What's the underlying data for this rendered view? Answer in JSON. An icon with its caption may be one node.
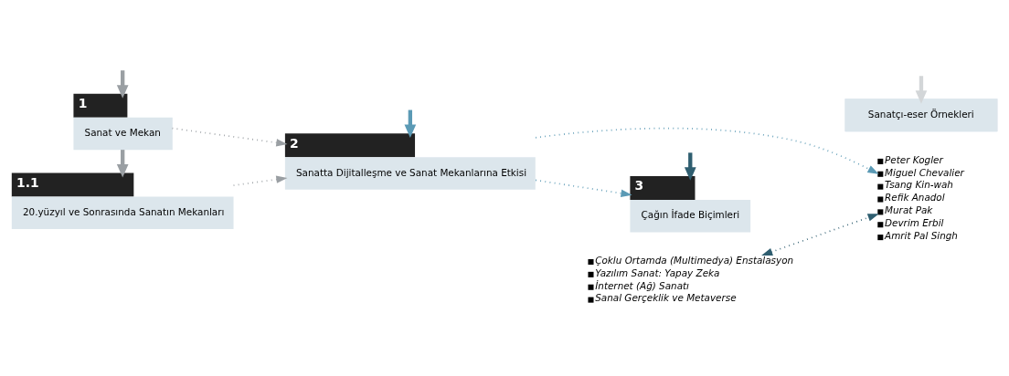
{
  "diagram": {
    "nodes": [
      {
        "text": [
          "1",
          "Sanat ve Mekan"
        ]
      },
      {
        "text": [
          "1.1",
          "20.yüzyıl ve Sonrasında Sanatın Mekanları"
        ]
      },
      {
        "text": [
          "2",
          "Sanatta Dijitalleşme ve Sanat Mekanlarına Etkisi"
        ]
      },
      {
        "text": [
          "3",
          "Çağın İfade Biçimleri"
        ]
      },
      {
        "text": [
          "Çoklu Ortamda (Multimedya) Enstalasyon",
          "Yazılım Sanat: Yapay Zeka",
          "İnternet (Ağ) Sanatı",
          "Sanal Gerçeklik ve Metaverse"
        ]
      },
      {
        "text": [
          "Sanatçı-eser Örnekleri"
        ]
      },
      {
        "text": [
          "Peter Kogler",
          "Miguel Chevalier",
          "Tsang Kin-wah",
          "Refik Anadol",
          "Murat Pak",
          "Devrim Erbil",
          "Amrit Pal Singh"
        ]
      }
    ],
    "edges": [
      {
        "from": null,
        "to": 0,
        "arrow": "to",
        "style": "thick",
        "color": "#9a9fa3"
      },
      {
        "from": 0,
        "to": 1,
        "arrow": "to",
        "style": "thick",
        "color": "#9a9fa3"
      },
      {
        "from": 0,
        "to": 2,
        "arrow": "to",
        "style": "dashed",
        "color": "#9a9fa3"
      },
      {
        "from": 1,
        "to": 2,
        "arrow": "to",
        "style": "dashed",
        "color": "#9a9fa3"
      },
      {
        "from": null,
        "to": 2,
        "arrow": "to",
        "style": "thick",
        "color": "#5b9ab5"
      },
      {
        "from": 2,
        "to": 3,
        "arrow": "to",
        "style": "dashed",
        "color": "#5b9ab5"
      },
      {
        "from": null,
        "to": 3,
        "arrow": "to",
        "style": "thick",
        "color": "#2f5e70"
      },
      {
        "from": null,
        "to": 5,
        "arrow": "to",
        "style": "thick",
        "color": "#d3d6d8"
      },
      {
        "from": 4,
        "to": 6,
        "arrow": "both",
        "style": "dashed",
        "color": "#2f5e70"
      },
      {
        "from": 2,
        "to": 6,
        "arrow": "to",
        "style": "dashed",
        "color": "#5b9ab5"
      }
    ]
  }
}
